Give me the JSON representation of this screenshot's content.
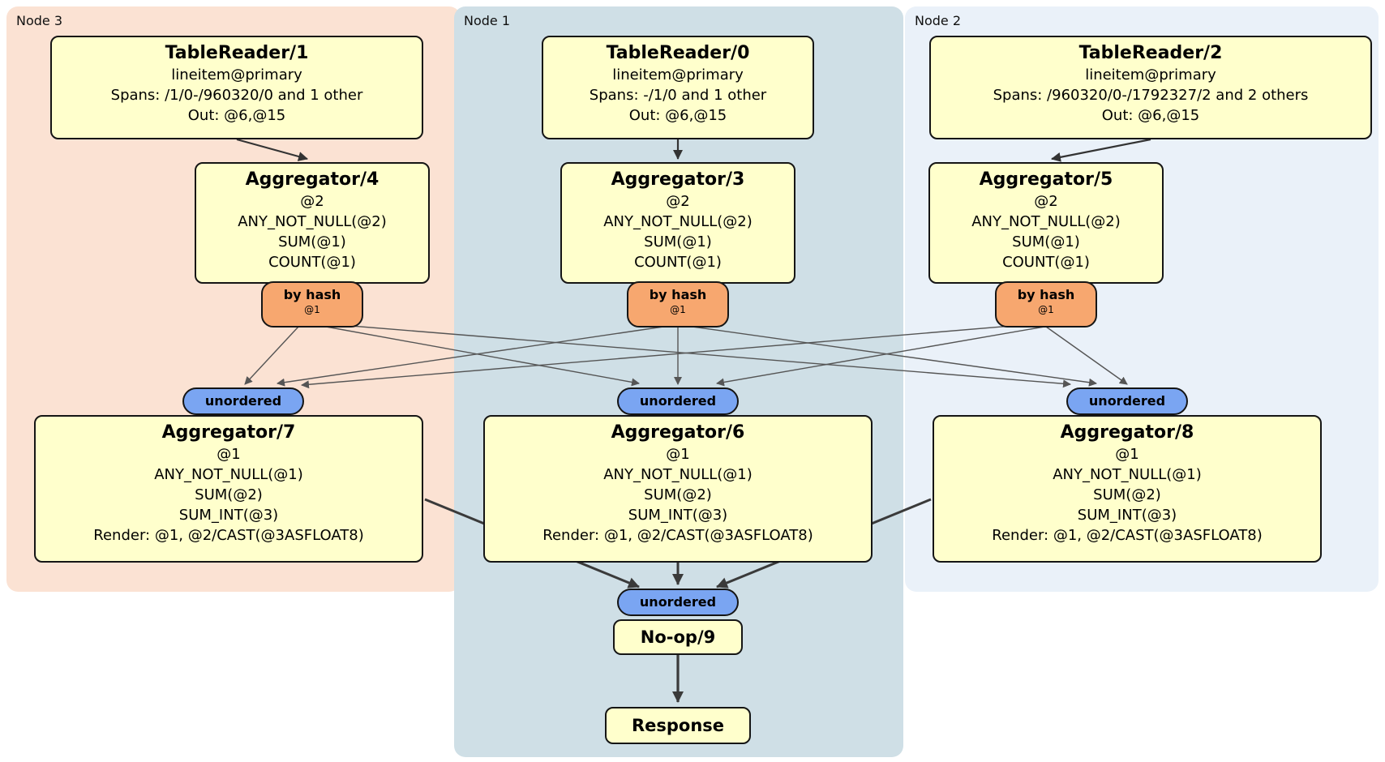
{
  "nodes": [
    {
      "label": "Node 3",
      "tablereader": {
        "title": "TableReader/1",
        "table": "lineitem@primary",
        "spans": "Spans: /1/0-/960320/0 and 1 other",
        "out": "Out: @6,@15"
      },
      "aggregator_top": {
        "title": "Aggregator/4",
        "group": "@2",
        "expr1": "ANY_NOT_NULL(@2)",
        "expr2": "SUM(@1)",
        "expr3": "COUNT(@1)"
      },
      "router": {
        "label": "by hash",
        "key": "@1"
      },
      "stream": {
        "label": "unordered"
      },
      "aggregator_bottom": {
        "title": "Aggregator/7",
        "group": "@1",
        "expr1": "ANY_NOT_NULL(@1)",
        "expr2": "SUM(@2)",
        "expr3": "SUM_INT(@3)",
        "render": "Render: @1, @2/CAST(@3ASFLOAT8)"
      }
    },
    {
      "label": "Node 1",
      "tablereader": {
        "title": "TableReader/0",
        "table": "lineitem@primary",
        "spans": "Spans: -/1/0 and 1 other",
        "out": "Out: @6,@15"
      },
      "aggregator_top": {
        "title": "Aggregator/3",
        "group": "@2",
        "expr1": "ANY_NOT_NULL(@2)",
        "expr2": "SUM(@1)",
        "expr3": "COUNT(@1)"
      },
      "router": {
        "label": "by hash",
        "key": "@1"
      },
      "stream": {
        "label": "unordered"
      },
      "aggregator_bottom": {
        "title": "Aggregator/6",
        "group": "@1",
        "expr1": "ANY_NOT_NULL(@1)",
        "expr2": "SUM(@2)",
        "expr3": "SUM_INT(@3)",
        "render": "Render: @1, @2/CAST(@3ASFLOAT8)"
      }
    },
    {
      "label": "Node 2",
      "tablereader": {
        "title": "TableReader/2",
        "table": "lineitem@primary",
        "spans": "Spans: /960320/0-/1792327/2 and 2 others",
        "out": "Out: @6,@15"
      },
      "aggregator_top": {
        "title": "Aggregator/5",
        "group": "@2",
        "expr1": "ANY_NOT_NULL(@2)",
        "expr2": "SUM(@1)",
        "expr3": "COUNT(@1)"
      },
      "router": {
        "label": "by hash",
        "key": "@1"
      },
      "stream": {
        "label": "unordered"
      },
      "aggregator_bottom": {
        "title": "Aggregator/8",
        "group": "@1",
        "expr1": "ANY_NOT_NULL(@1)",
        "expr2": "SUM(@2)",
        "expr3": "SUM_INT(@3)",
        "render": "Render: @1, @2/CAST(@3ASFLOAT8)"
      }
    }
  ],
  "final": {
    "stream": {
      "label": "unordered"
    },
    "noop": {
      "title": "No-op/9"
    },
    "response": {
      "title": "Response"
    }
  },
  "colors": {
    "node3_bg": "#fbe2d3",
    "node1_bg": "#cfdfe6",
    "node2_bg": "#eaf1f9",
    "box_bg": "#ffffcc",
    "router_bg": "#f7a76f",
    "stream_bg": "#7aa5f2",
    "edge": "#3a3a3a"
  }
}
